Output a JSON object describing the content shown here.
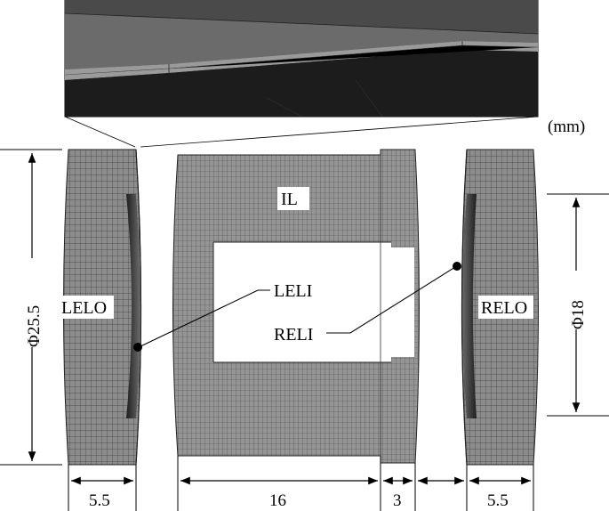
{
  "unit_label": "(mm)",
  "parts": {
    "left_outer": "LELO",
    "left_inner": "LELI",
    "inner_layer": "IL",
    "right_inner": "RELI",
    "right_outer": "RELO"
  },
  "dimensions": {
    "left_diameter": "Φ25.5",
    "right_diameter": "Φ18",
    "left_ring_width": "5.5",
    "inner_length": "16",
    "step_length": "3",
    "right_ring_width": "5.5"
  },
  "colors": {
    "mesh_fill": "#8c8c8c",
    "mesh_line": "#3a3a3a",
    "inner_shadow": "#2b2b2b",
    "zoom_dark": "#1f1f1f",
    "zoom_mid": "#5a5a5a"
  }
}
